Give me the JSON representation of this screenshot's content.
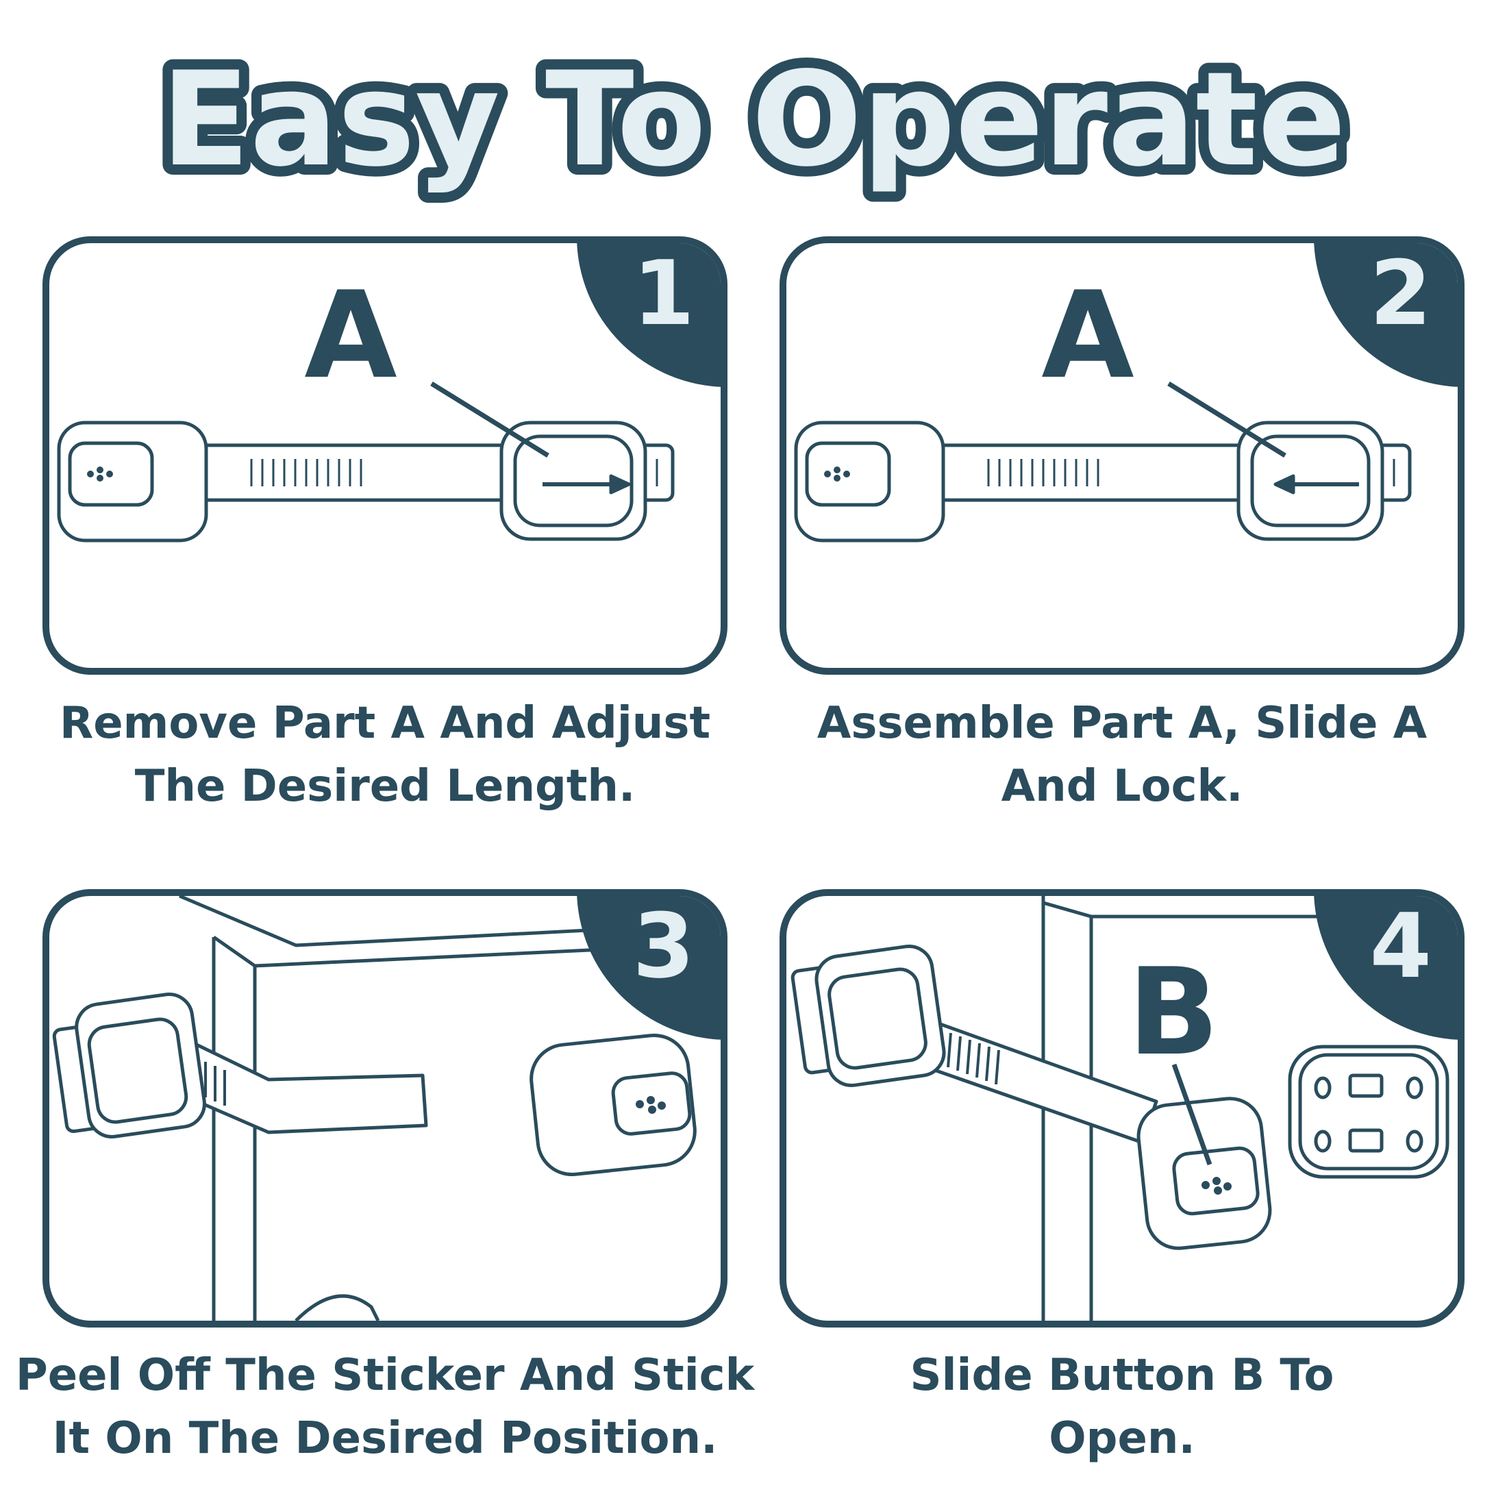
{
  "title": "Easy To Operate",
  "colors": {
    "primary": "#2a4c5c",
    "light": "#e4eff3",
    "background": "#ffffff"
  },
  "panels": [
    {
      "number": "1",
      "label": "A",
      "caption_lines": [
        "Remove Part A And Adjust",
        "The Desired Length."
      ]
    },
    {
      "number": "2",
      "label": "A",
      "caption_lines": [
        "Assemble Part A, Slide A",
        "And Lock."
      ]
    },
    {
      "number": "3",
      "caption_lines": [
        "Peel Off The Sticker And Stick",
        "It On The Desired Position."
      ]
    },
    {
      "number": "4",
      "label": "B",
      "caption_lines": [
        "Slide Button B To",
        "Open."
      ]
    }
  ]
}
